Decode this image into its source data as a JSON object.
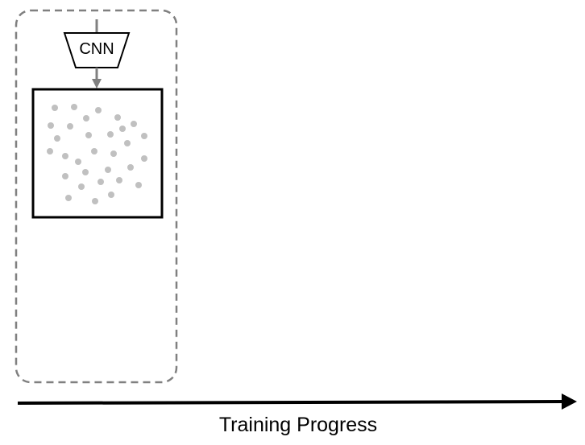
{
  "stage_panel": {
    "encoder": {
      "label": "CNN"
    },
    "embedding_box": {
      "point_count": 31
    }
  },
  "timeline": {
    "label": "Training Progress"
  },
  "colors": {
    "panel_border": "#808080",
    "arrow": "#808080",
    "points": "#c0c0c0",
    "box_border": "#000000",
    "timeline_arrow": "#000000"
  }
}
